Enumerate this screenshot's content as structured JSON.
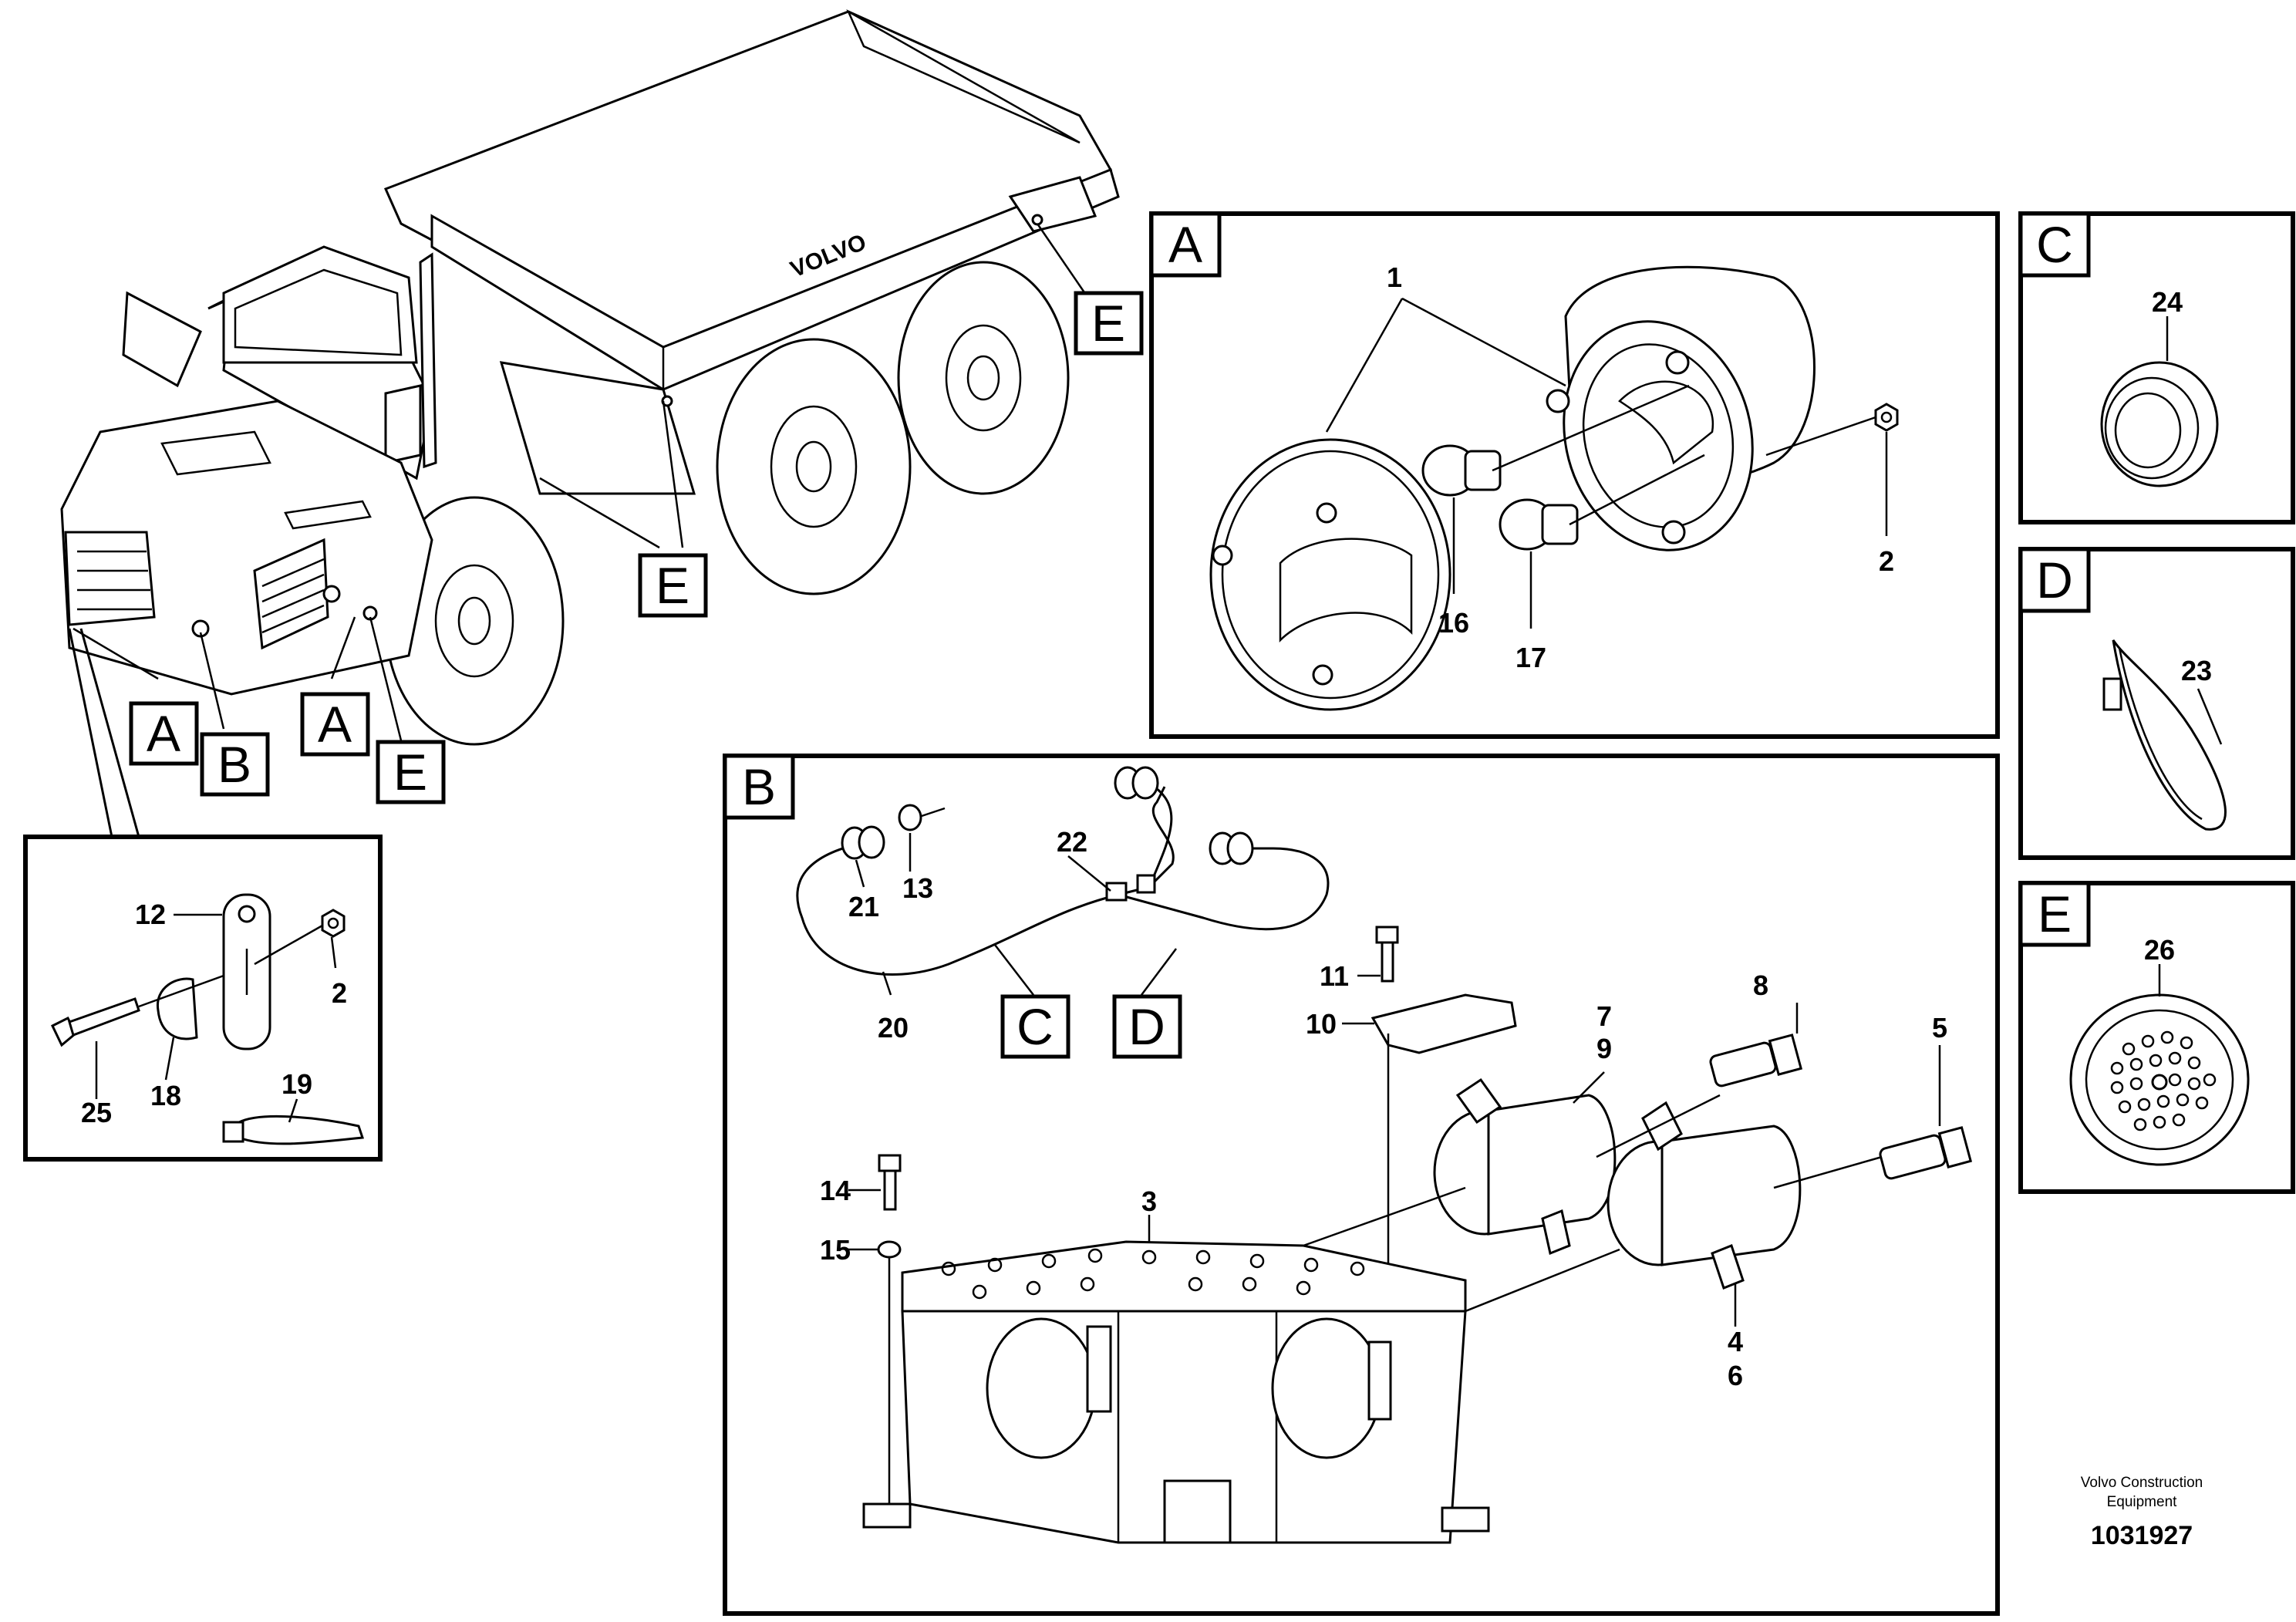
{
  "drawing_number": "1031927",
  "publisher_line1": "Volvo Construction",
  "publisher_line2": "Equipment",
  "truck": {
    "bed_text": "VOLVO",
    "callouts": [
      "A",
      "B",
      "A",
      "E",
      "E",
      "E"
    ]
  },
  "panels": {
    "A": {
      "label": "A",
      "parts": [
        "1",
        "16",
        "17",
        "2"
      ]
    },
    "B": {
      "label": "B",
      "parts": [
        "22",
        "21",
        "13",
        "20",
        "11",
        "10",
        "8",
        "7",
        "9",
        "5",
        "14",
        "15",
        "3",
        "4",
        "6"
      ],
      "subrefs": [
        "C",
        "D"
      ]
    },
    "C": {
      "label": "C",
      "parts": [
        "24"
      ]
    },
    "D": {
      "label": "D",
      "parts": [
        "23"
      ]
    },
    "E": {
      "label": "E",
      "parts": [
        "26"
      ]
    },
    "bracket": {
      "parts": [
        "12",
        "2",
        "25",
        "18",
        "19"
      ]
    }
  }
}
